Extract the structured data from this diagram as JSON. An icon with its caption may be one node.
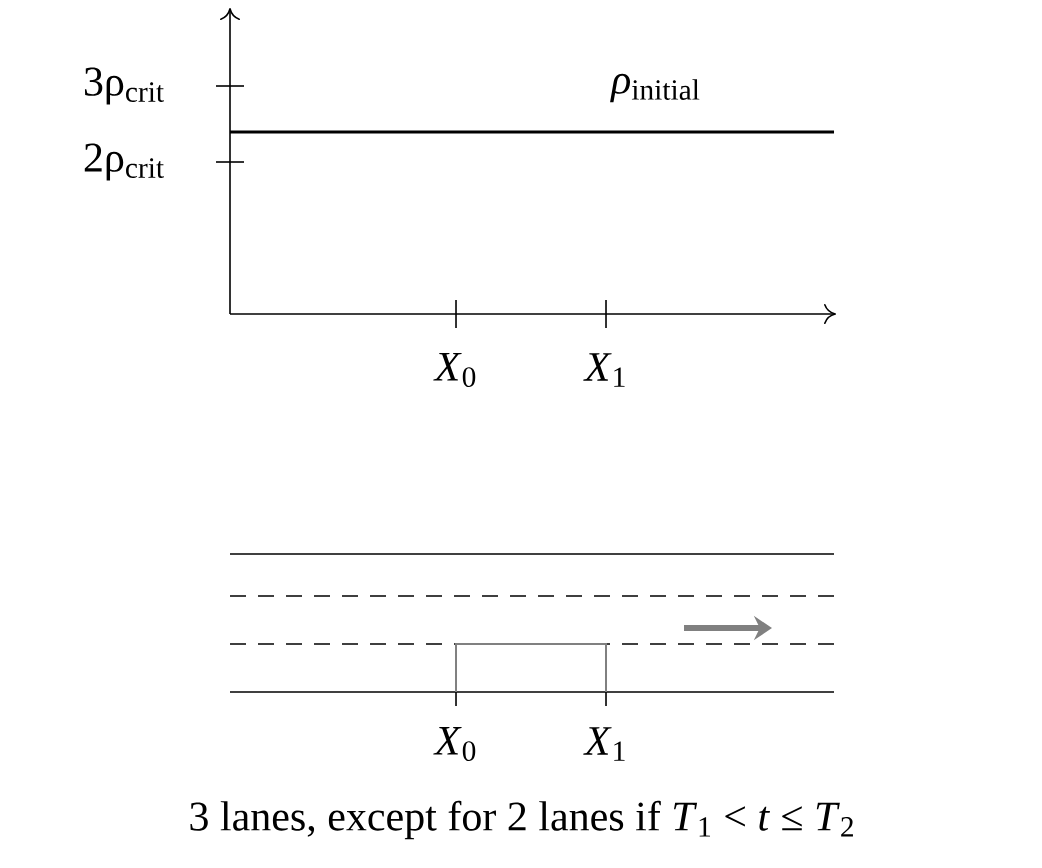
{
  "diagram": {
    "caption": "3 lanes, except for 2 lanes if *T*$_{1}$ < *t* ≤ *T*$_{2}$",
    "labels": [
      "3ρ$_{crit}$",
      "2ρ$_{crit}$",
      "*ρ*$_{initial}$",
      "*X*$_{0}$",
      "*X*$_{1}$",
      "*X*$_{0}$",
      "*X*$_{1}$"
    ]
  }
}
